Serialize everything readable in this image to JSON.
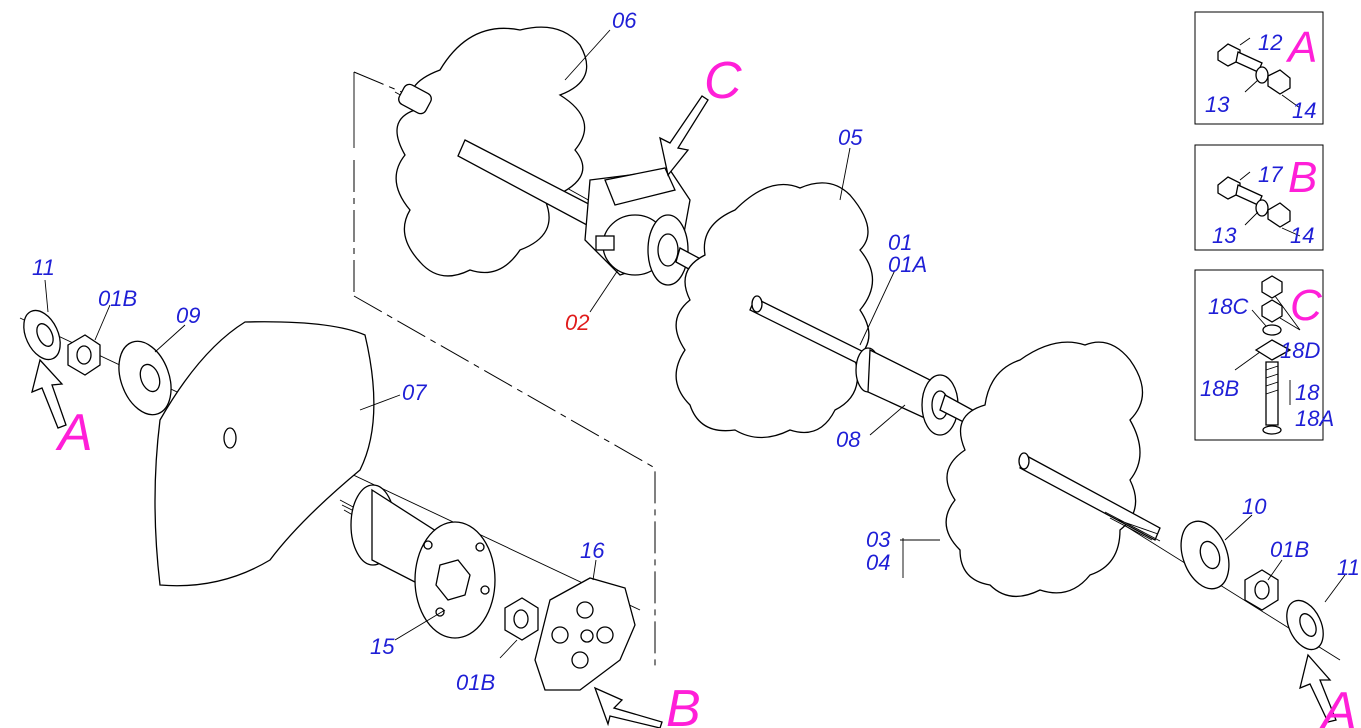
{
  "labels": {
    "p06": "06",
    "p05": "05",
    "p01": "01",
    "p01a": "01A",
    "p02": "02",
    "p07": "07",
    "p08": "08",
    "p09": "09",
    "p11_left": "11",
    "p01b_left": "01B",
    "p15": "15",
    "p01b_bottom": "01B",
    "p16": "16",
    "p03": "03",
    "p04": "04",
    "p10": "10",
    "p01b_right": "01B",
    "p11_right": "11",
    "p12": "12",
    "p13_a": "13",
    "p14_a": "14",
    "p17": "17",
    "p13_b": "13",
    "p14_b": "14",
    "p18c": "18C",
    "p18d": "18D",
    "p18b": "18B",
    "p18": "18",
    "p18a": "18A"
  },
  "callouts": {
    "a_left": "A",
    "a_right": "A",
    "b_bottom": "B",
    "c_top": "C",
    "box_a": "A",
    "box_b": "B",
    "box_c": "C"
  },
  "colors": {
    "part_label": "#1f1fd6",
    "highlight_label": "#e01b1b",
    "callout": "#ff1fd8"
  }
}
